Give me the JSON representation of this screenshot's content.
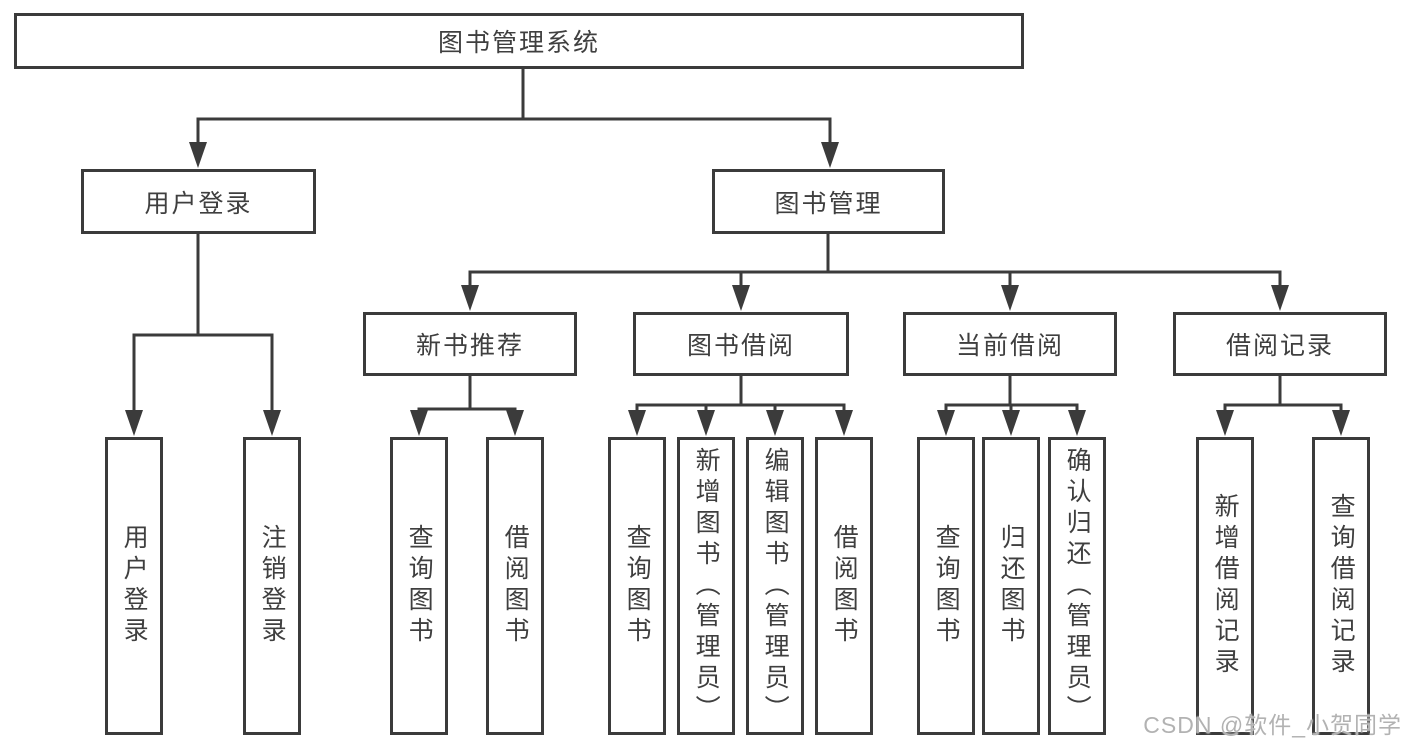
{
  "nodes": {
    "root": "图书管理系统",
    "level2": [
      "用户登录",
      "图书管理"
    ],
    "level3": [
      "新书推荐",
      "图书借阅",
      "当前借阅",
      "借阅记录"
    ]
  },
  "leaves": {
    "login": [
      "用户登录",
      "注销登录"
    ],
    "newbook": [
      "查询图书",
      "借阅图书"
    ],
    "borrow": [
      "查询图书",
      "新增图书（管理员）",
      "编辑图书（管理员）",
      "借阅图书"
    ],
    "current": [
      "查询图书",
      "归还图书",
      "确认归还（管理员）"
    ],
    "records": [
      "新增借阅记录",
      "查询借阅记录"
    ]
  },
  "watermark": "CSDN @软件_小贺同学",
  "colors": {
    "line": "#3b3b3b",
    "text": "#3f3f3f",
    "background": "#ffffff",
    "watermark": "#aaaaaa"
  }
}
